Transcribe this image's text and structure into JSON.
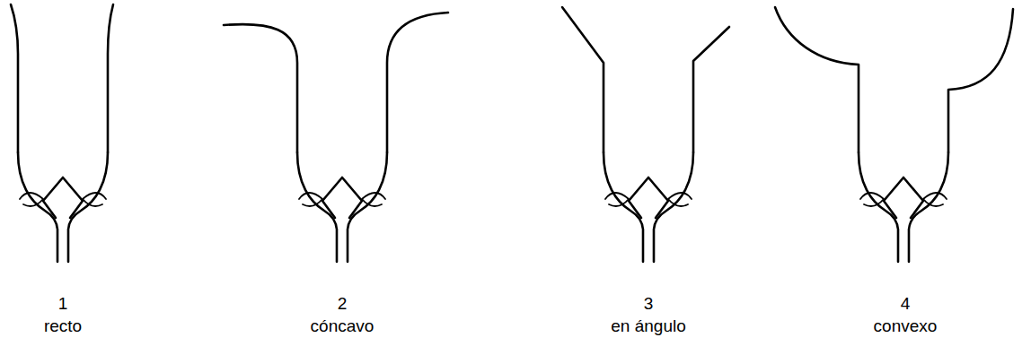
{
  "diagram": {
    "labels": [
      "1",
      "recto",
      "2",
      "cóncavo",
      "3",
      "en ángulo",
      "4",
      "convexo"
    ]
  }
}
